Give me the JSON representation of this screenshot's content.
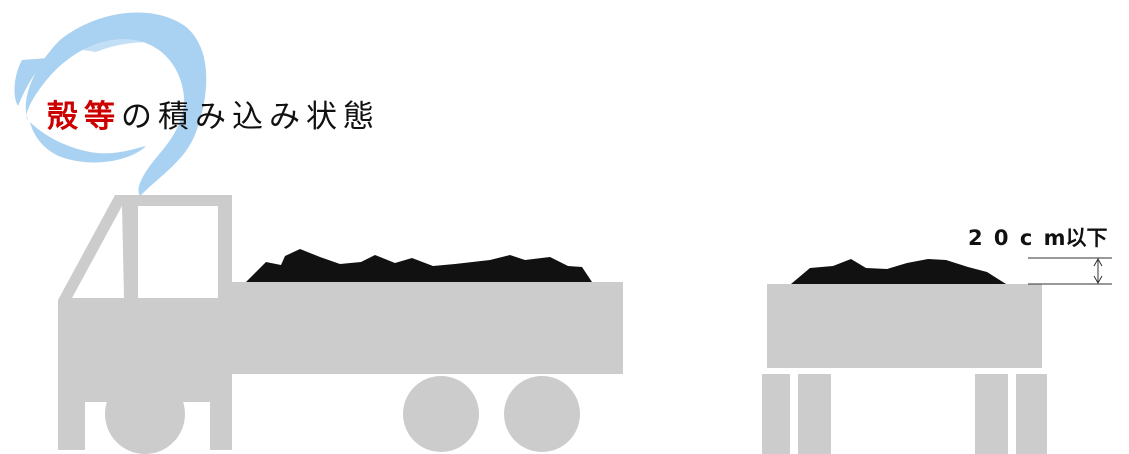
{
  "title": {
    "highlight": "殻等",
    "rest": "の積み込み状態"
  },
  "dimension": {
    "label": "2 0 c m以下"
  },
  "colors": {
    "truck_body": "#cccccc",
    "load": "#111111",
    "brush": "#a9d2f2",
    "title_highlight": "#cc0000"
  }
}
